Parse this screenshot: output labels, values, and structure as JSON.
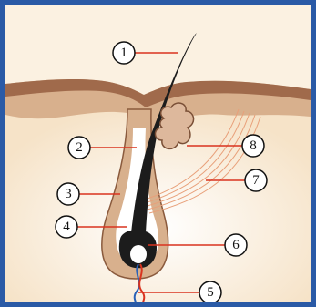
{
  "colors": {
    "frame": "#2a5aa6",
    "background": "#fbf1e1",
    "skin_outer": "#a06a4b",
    "skin_inner": "#d8b08d",
    "hair": "#1c1c1c",
    "gland_fill": "#ddb89c",
    "muscle": "#e8a07a",
    "callout_circle": "#ffffff",
    "callout_line": "#d9331f",
    "nerve_red": "#d9331f",
    "nerve_blue": "#2a62b8"
  },
  "labels": [
    {
      "id": "1",
      "text": "1"
    },
    {
      "id": "2",
      "text": "2"
    },
    {
      "id": "3",
      "text": "3"
    },
    {
      "id": "4",
      "text": "4"
    },
    {
      "id": "5",
      "text": "5"
    },
    {
      "id": "6",
      "text": "6"
    },
    {
      "id": "7",
      "text": "7"
    },
    {
      "id": "8",
      "text": "8"
    }
  ]
}
